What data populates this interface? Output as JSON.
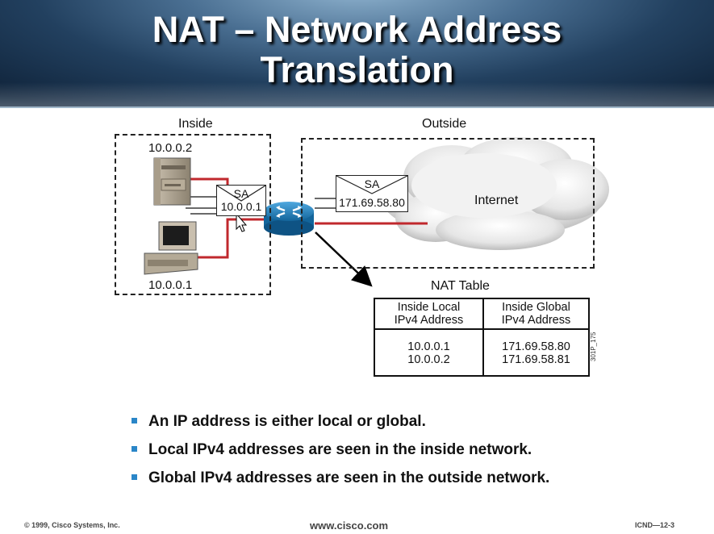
{
  "slide": {
    "title_line1": "NAT – Network Address",
    "title_line2": "Translation"
  },
  "diagram": {
    "inside_label": "Inside",
    "outside_label": "Outside",
    "server_ip": "10.0.0.2",
    "pc_ip": "10.0.0.1",
    "inside_packet": {
      "label": "SA",
      "address": "10.0.0.1"
    },
    "outside_packet": {
      "label": "SA",
      "address": "171.69.58.80"
    },
    "cloud_label": "Internet",
    "link_color": "#c0282d"
  },
  "nat_table": {
    "title": "NAT Table",
    "headers": {
      "local_line1": "Inside Local",
      "local_line2": "IPv4 Address",
      "global_line1": "Inside Global",
      "global_line2": "IPv4 Address"
    },
    "rows": [
      {
        "local": "10.0.0.1",
        "global": "171.69.58.80"
      },
      {
        "local": "10.0.0.2",
        "global": "171.69.58.81"
      }
    ],
    "figure_code": "301P_175"
  },
  "bullets": [
    "An IP address is either local or global.",
    "Local IPv4 addresses are seen in the inside network.",
    "Global IPv4 addresses are seen in the outside network."
  ],
  "footer": {
    "copyright": "© 1999, Cisco Systems, Inc.",
    "website": "www.cisco.com",
    "page_code": "ICND—12-3"
  },
  "colors": {
    "bullet": "#2a86c8",
    "router": "#1f7fb8"
  }
}
